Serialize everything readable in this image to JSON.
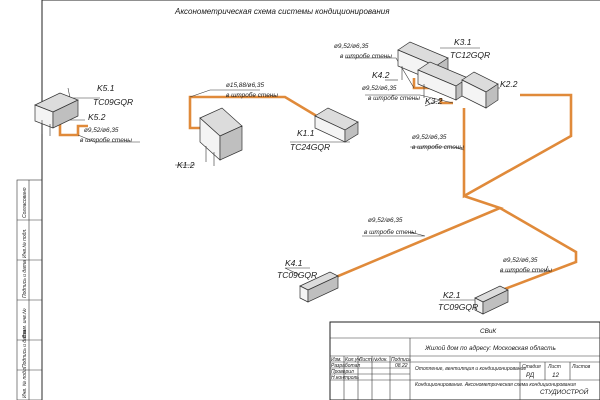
{
  "diagram": {
    "title": "Аксонометрическая схема системы кондиционирования",
    "units": [
      {
        "id": "K5.1",
        "model": "TC09GQR"
      },
      {
        "id": "K5.2",
        "model": ""
      },
      {
        "id": "K1.1",
        "model": "TC24GQR"
      },
      {
        "id": "K1.2",
        "model": ""
      },
      {
        "id": "K3.1",
        "model": "TC12GQR"
      },
      {
        "id": "K4.2",
        "model": ""
      },
      {
        "id": "K3.2",
        "model": ""
      },
      {
        "id": "K2.2",
        "model": ""
      },
      {
        "id": "K4.1",
        "model": "TC09GQR"
      },
      {
        "id": "K2.1",
        "model": "TC09GQR"
      }
    ],
    "pipe_labels": [
      {
        "size": "ø9,52/ø6,35",
        "note": "в штробе стены"
      },
      {
        "size": "ø15,88/ø6,35",
        "note": "в штробе стены"
      },
      {
        "size": "ø9,52/ø6,35",
        "note": "в штробе стены"
      },
      {
        "size": "ø9,52/ø6,35",
        "note": "в штробе стены"
      },
      {
        "size": "ø9,52/ø6,35",
        "note": "в штробе стены"
      },
      {
        "size": "ø9,52/ø6,35",
        "note": "в штробе стены"
      },
      {
        "size": "ø9,52/ø6,35",
        "note": "в штробе стены"
      }
    ]
  },
  "titleblock": {
    "code": "СВиК",
    "object": "Жилой дом по адресу: Московская область",
    "section": "Отопление, вентиляция и кондиционирование",
    "sheet_title": "Кондиционирование. Аксонометрическая схема кондиционирования",
    "stage_header": "Стадия",
    "sheet_header": "Лист",
    "sheets_header": "Листов",
    "stage": "РД",
    "sheet_no": "12",
    "org": "СТУДИОСТРОЙ",
    "date": "08.22",
    "col_izm": "Изм.",
    "col_kol": "Кол.уч.",
    "col_list": "Лист",
    "col_doc": "№док.",
    "col_sign": "Подпись",
    "col_date": "Дата",
    "role_dev": "Разработал",
    "role_check": "Проверил",
    "role_nk": "Н.контроль"
  },
  "side_stamp": {
    "f1": "Согласовано",
    "f2": "Инв.№ подл.",
    "f3": "Подпись и дата",
    "f4": "Взам. инв.№",
    "f5": "Подпись и дата",
    "f6": "Инв. № подл."
  }
}
